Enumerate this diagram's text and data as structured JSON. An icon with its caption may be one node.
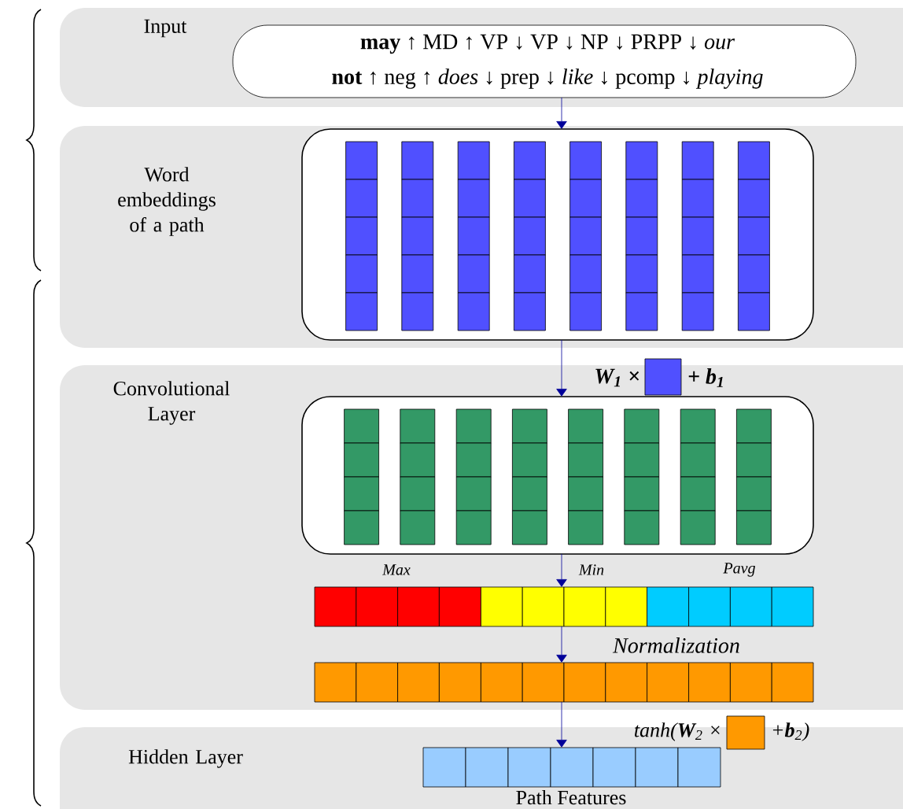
{
  "diagram": {
    "nodes": [
      {
        "text": [
          "Input"
        ]
      },
      {
        "text": [
          "**may** ↑ MD ↑ VP ↓ VP ↓ NP ↓ PRPP ↓ *our*",
          "**not** ↑ neg ↑ *does* ↓ prep ↓ *like* ↓ pcomp ↓ *playing*"
        ],
        "in": 0
      },
      {
        "text": [
          "Word embeddings of a path"
        ]
      },
      {
        "text": [],
        "shape": "box",
        "in": 2
      },
      {
        "text": [
          "Convolutional Layer"
        ]
      },
      {
        "text": [],
        "shape": "box",
        "in": 4
      },
      {
        "text": [],
        "shape": "bar",
        "in": 4
      },
      {
        "text": [],
        "shape": "bar",
        "in": 4
      },
      {
        "text": [
          "Hidden Layer"
        ]
      },
      {
        "text": [],
        "shape": "bar",
        "in": 8,
        "beside": [
          "Path Features"
        ]
      }
    ],
    "edges": [
      {
        "from": 1,
        "to": 3,
        "arrow": "to"
      },
      {
        "from": 3,
        "to": 5,
        "arrow": "to"
      },
      {
        "from": 5,
        "to": 6,
        "arrow": "to"
      },
      {
        "from": 6,
        "to": 7,
        "arrow": "to"
      },
      {
        "from": 7,
        "to": 9,
        "arrow": "to"
      }
    ],
    "labels": [
      "W$_{1}$ ×",
      "+ b$_{1}$",
      "Max",
      "Min",
      "Pavg",
      "Normalization",
      "tanh(**W**$_{2}$ ×",
      "+**b**$_{2}$)"
    ]
  }
}
